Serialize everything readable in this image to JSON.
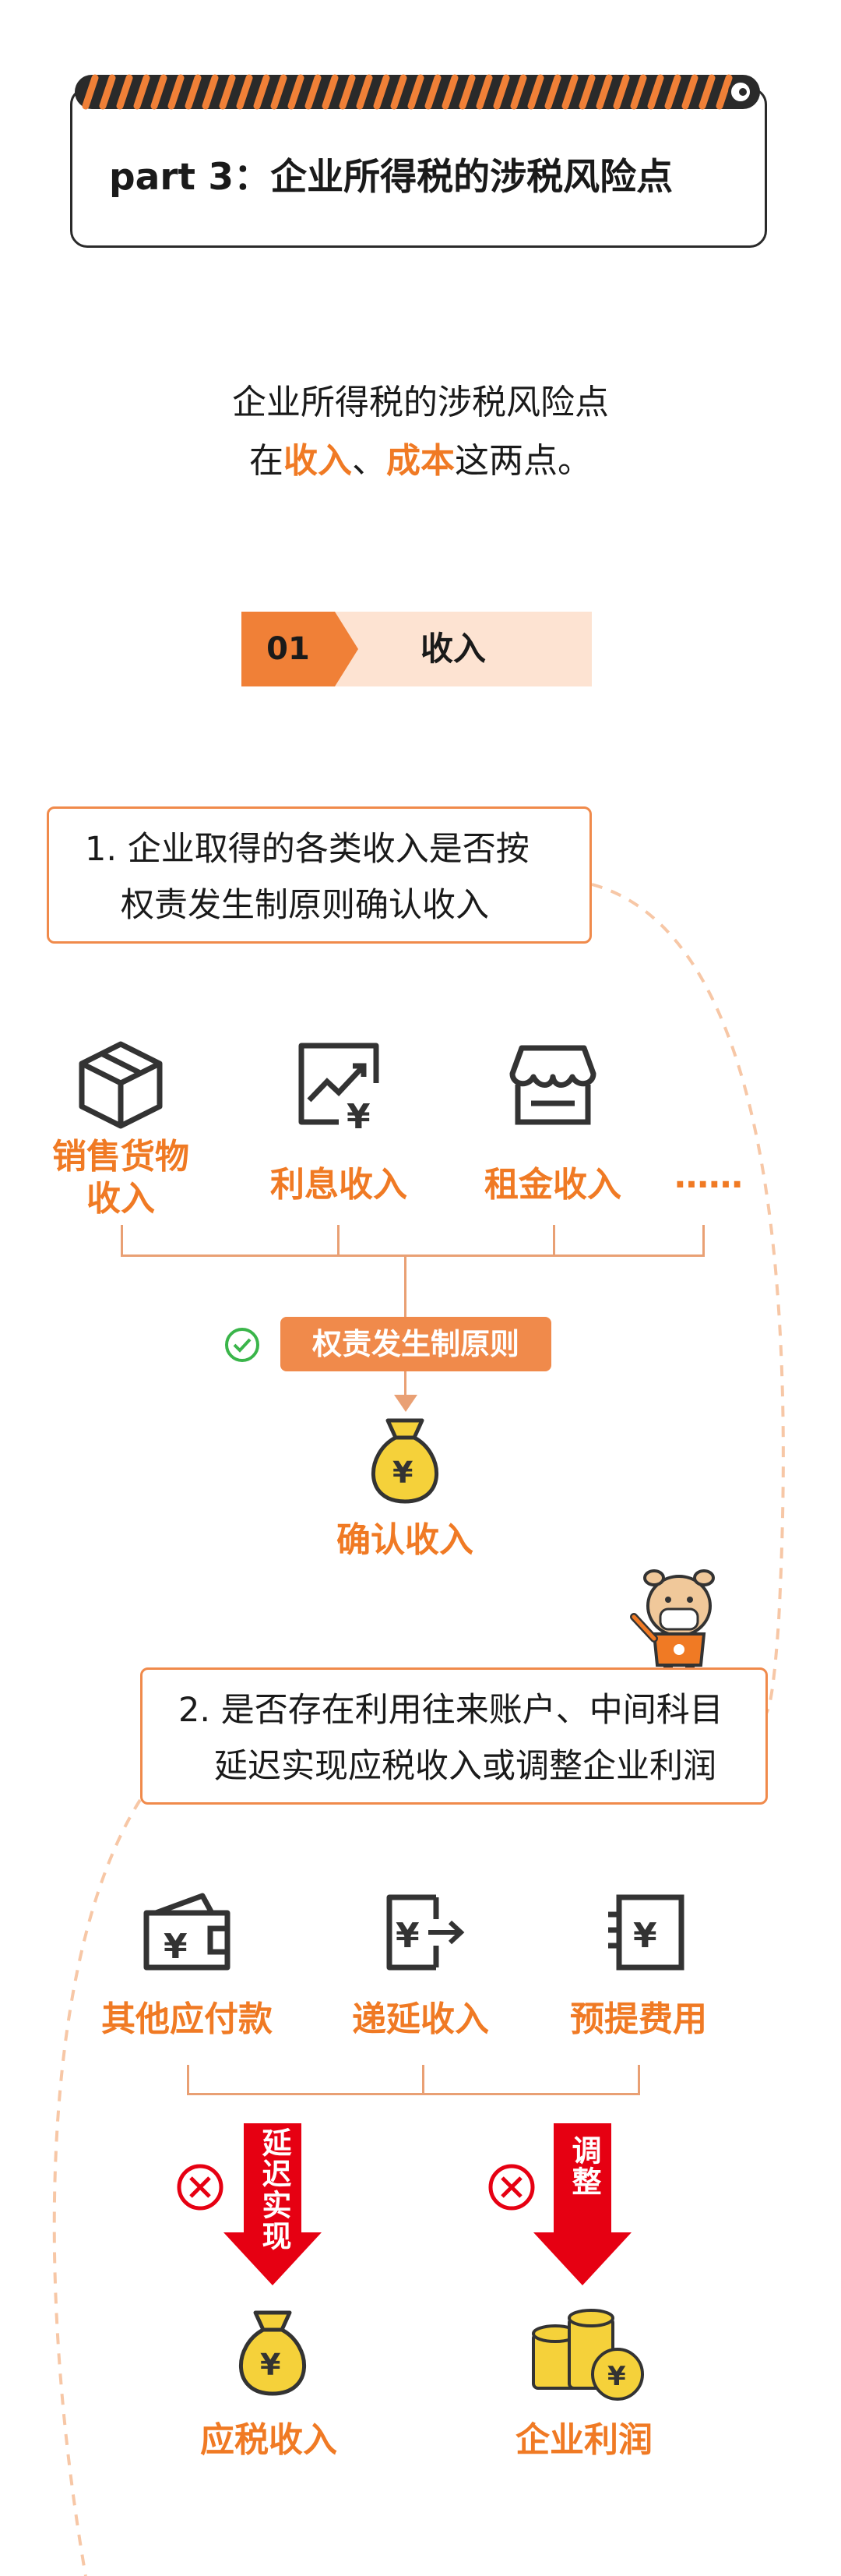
{
  "header": {
    "title": "part 3：企业所得税的涉税风险点"
  },
  "intro": {
    "line1": "企业所得税的涉税风险点",
    "line2_prefix": "在",
    "line2_hl1": "收入",
    "line2_sep": "、",
    "line2_hl2": "成本",
    "line2_suffix": "这两点。"
  },
  "section": {
    "number": "01",
    "label": "收入"
  },
  "question1": {
    "line1": "1. 企业取得的各类收入是否按",
    "line2": "权责发生制原则确认收入"
  },
  "income_types": [
    {
      "label1": "销售货物",
      "label2": "收入",
      "icon": "box-icon"
    },
    {
      "label1": "利息收入",
      "label2": "",
      "icon": "chart-yen-icon"
    },
    {
      "label1": "租金收入",
      "label2": "",
      "icon": "store-icon"
    },
    {
      "label1": "……",
      "label2": "",
      "icon": ""
    }
  ],
  "principle": {
    "label": "权责发生制原则"
  },
  "confirm": {
    "label": "确认收入"
  },
  "question2": {
    "line1": "2. 是否存在利用往来账户、中间科目",
    "line2": "延迟实现应税收入或调整企业利润"
  },
  "accounts": [
    {
      "label": "其他应付款",
      "icon": "wallet-yen-icon"
    },
    {
      "label": "递延收入",
      "icon": "doc-yen-arrow-icon"
    },
    {
      "label": "预提费用",
      "icon": "doc-yen-icon"
    }
  ],
  "outcomes": [
    {
      "arrow_text": "延迟实现",
      "label": "应税收入"
    },
    {
      "arrow_text": "调整",
      "label": "企业利润"
    }
  ],
  "colors": {
    "accent": "#f07a24",
    "red": "#e60012",
    "gold": "#f5d13a"
  }
}
